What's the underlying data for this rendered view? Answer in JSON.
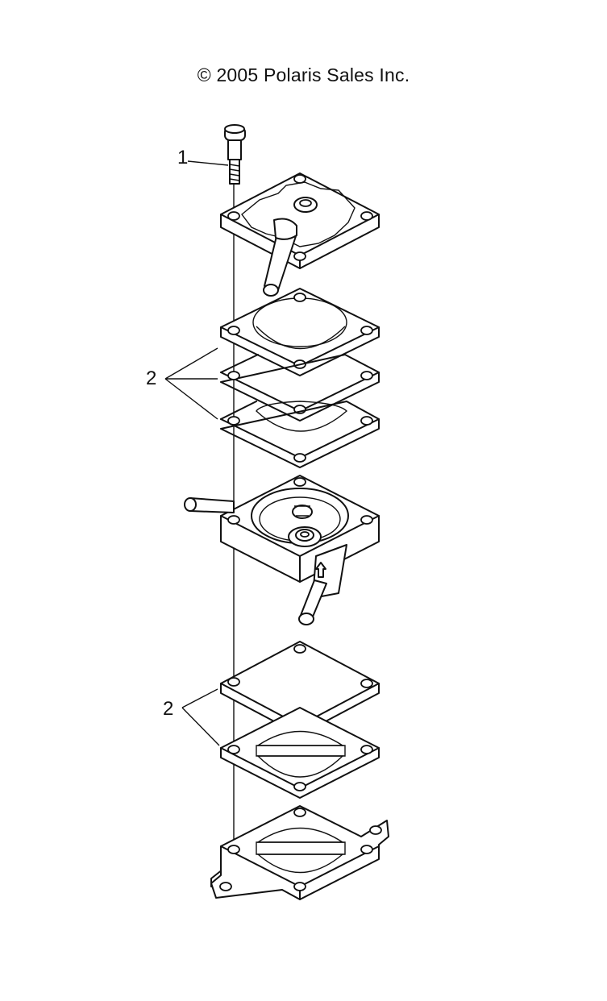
{
  "copyright": "© 2005 Polaris Sales Inc.",
  "callouts": {
    "screw": "1",
    "upper_gaskets": "2",
    "lower_gaskets": "2"
  },
  "parts": [
    "screw",
    "top-cover",
    "upper-diaphragm",
    "upper-middle-gasket",
    "upper-lower-gasket",
    "pump-body",
    "lower-diaphragm",
    "valve-gasket",
    "base-cover"
  ]
}
